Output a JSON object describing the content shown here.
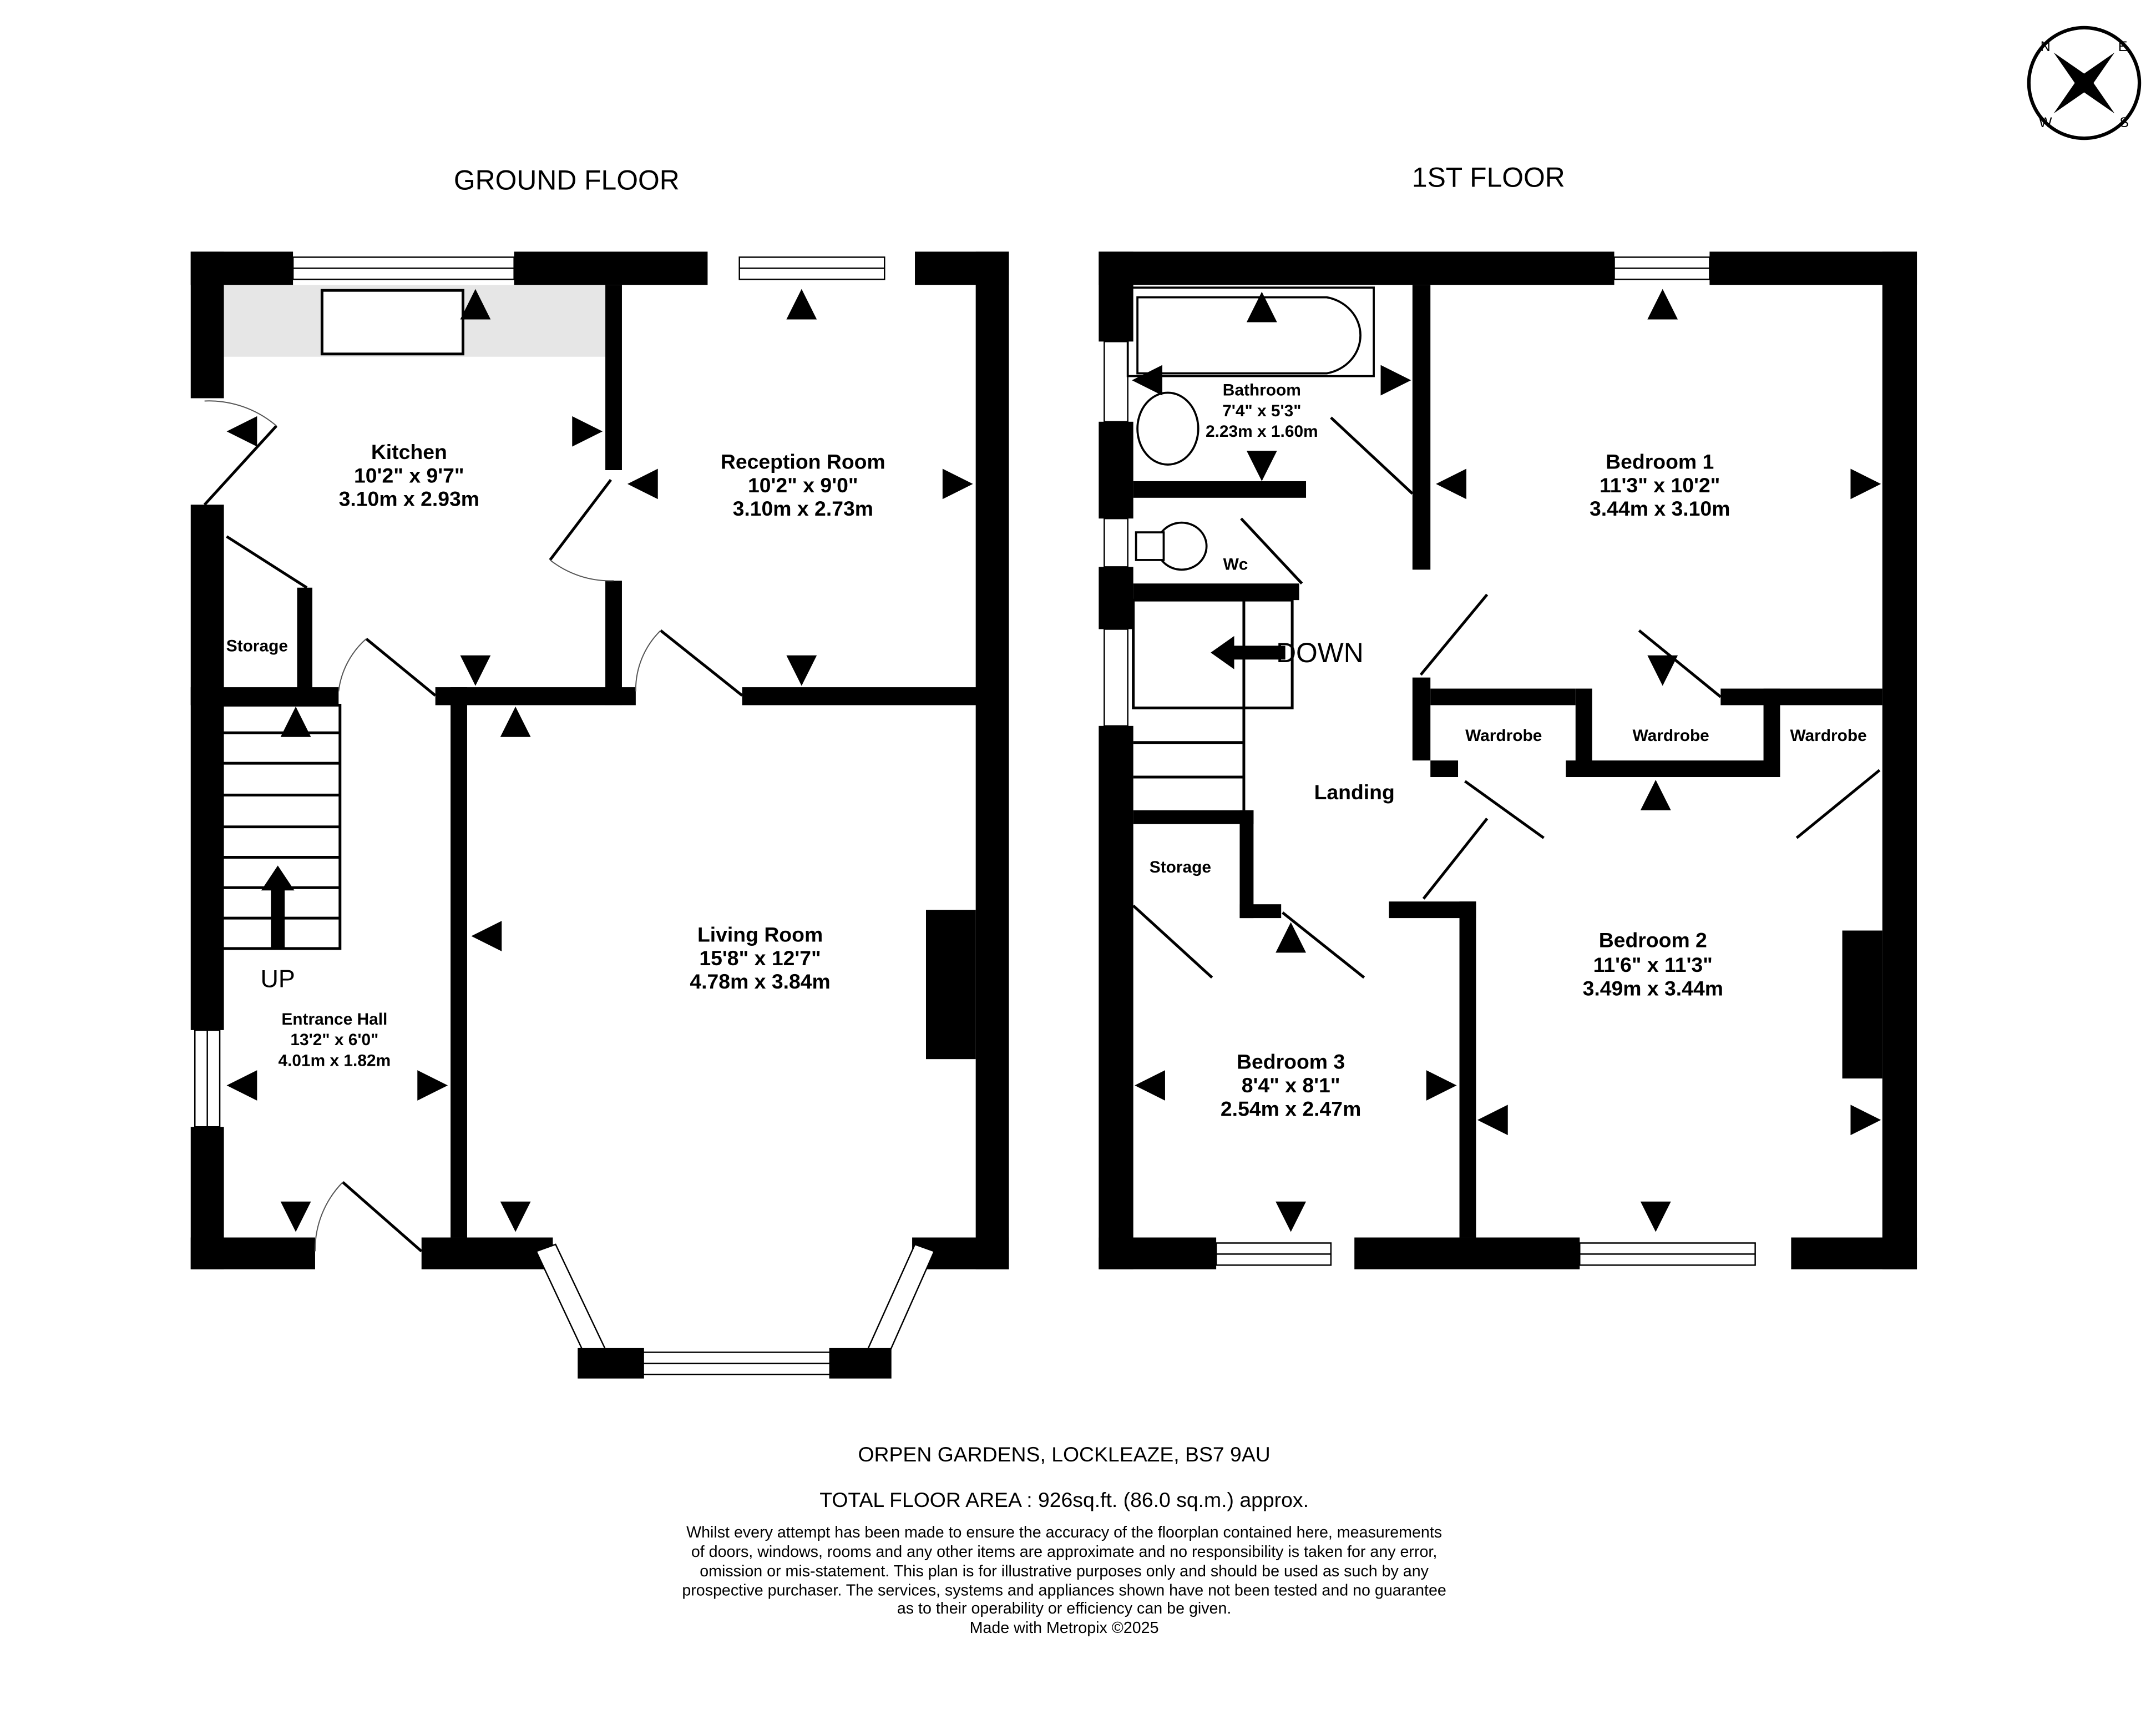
{
  "floors": {
    "ground": {
      "title": "GROUND FLOOR",
      "rooms": {
        "kitchen": {
          "name": "Kitchen",
          "imperial": "10'2\"  x 9'7\"",
          "metric": "3.10m  x 2.93m"
        },
        "reception": {
          "name": "Reception Room",
          "imperial": "10'2\"  x 9'0\"",
          "metric": "3.10m  x 2.73m"
        },
        "storage": {
          "name": "Storage"
        },
        "living": {
          "name": "Living Room",
          "imperial": "15'8\"  x 12'7\"",
          "metric": "4.78m  x 3.84m"
        },
        "hall": {
          "name": "Entrance Hall",
          "imperial": "13'2\"  x 6'0\"",
          "metric": "4.01m  x 1.82m"
        }
      },
      "stairs_label": "UP"
    },
    "first": {
      "title": "1ST FLOOR",
      "rooms": {
        "bathroom": {
          "name": "Bathroom",
          "imperial": "7'4\"  x 5'3\"",
          "metric": "2.23m  x 1.60m"
        },
        "wc": {
          "name": "Wc"
        },
        "bedroom1": {
          "name": "Bedroom 1",
          "imperial": "11'3\"  x 10'2\"",
          "metric": "3.44m  x 3.10m"
        },
        "wardrobe1": {
          "name": "Wardrobe"
        },
        "wardrobe2": {
          "name": "Wardrobe"
        },
        "wardrobe3": {
          "name": "Wardrobe"
        },
        "landing": {
          "name": "Landing"
        },
        "storage": {
          "name": "Storage"
        },
        "bedroom2": {
          "name": "Bedroom 2",
          "imperial": "11'6\"  x 11'3\"",
          "metric": "3.49m  x 3.44m"
        },
        "bedroom3": {
          "name": "Bedroom 3",
          "imperial": "8'4\"  x 8'1\"",
          "metric": "2.54m  x 2.47m"
        }
      },
      "stairs_label": "DOWN"
    }
  },
  "compass": {
    "n": "N",
    "e": "E",
    "s": "S",
    "w": "W"
  },
  "footer": {
    "address": "ORPEN GARDENS, LOCKLEAZE, BS7 9AU",
    "total_area": "TOTAL FLOOR AREA : 926sq.ft. (86.0 sq.m.) approx.",
    "disclaimer": [
      "Whilst every attempt has been made to ensure the accuracy of the floorplan contained here, measurements",
      "of doors, windows, rooms and any other items are approximate and no responsibility is taken for any error,",
      "omission or mis-statement. This plan is for illustrative purposes only and should be used as such by any",
      "prospective purchaser. The services, systems and appliances shown have not been tested and no guarantee",
      "as to their operability or efficiency can be given."
    ],
    "credit": "Made with Metropix ©2025"
  }
}
